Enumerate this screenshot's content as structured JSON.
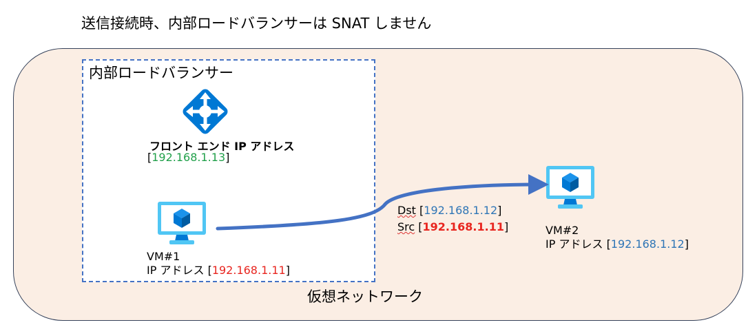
{
  "title": "送信接続時、内部ロードバランサーは SNAT しません",
  "virtual_network": {
    "label": "仮想ネットワーク"
  },
  "load_balancer": {
    "title": "内部ロードバランサー",
    "icon": "load-balancer-icon",
    "frontend_label": "フロント エンド IP アドレス",
    "frontend_ip": "192.168.1.13",
    "open_bracket": "[",
    "close_bracket": "]"
  },
  "vm1": {
    "name": "VM#1",
    "ip_label": "IP アドレス",
    "ip": "192.168.1.11",
    "icon": "virtual-machine-icon"
  },
  "vm2": {
    "name": "VM#2",
    "ip_label": "IP アドレス",
    "ip": "192.168.1.12",
    "icon": "virtual-machine-icon"
  },
  "packet": {
    "dst_label": "Dst",
    "dst_ip": "192.168.1.12",
    "src_label": "Src",
    "src_ip": "192.168.1.11"
  },
  "colors": {
    "accent_blue": "#4472c4",
    "ip_blue": "#2e75b6",
    "ip_red": "#e8251f",
    "ip_green": "#21a04a",
    "vnet_fill": "#fbeee4",
    "icon_blue": "#0078d4",
    "monitor_blue": "#50c6f4"
  }
}
